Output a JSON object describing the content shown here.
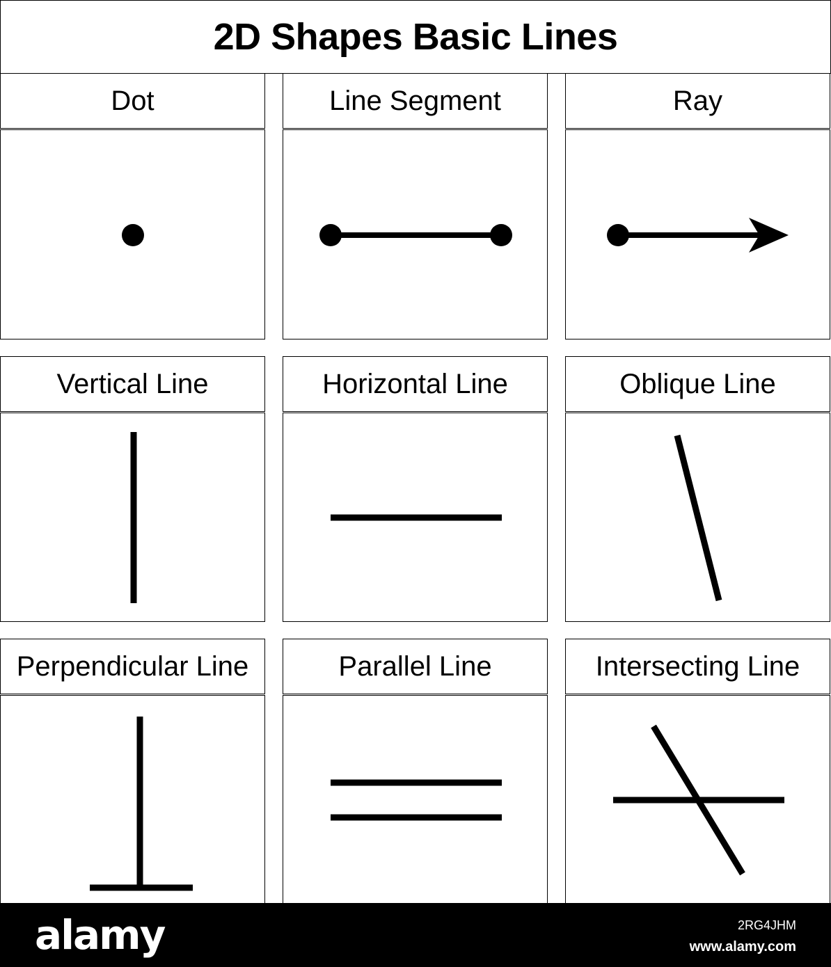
{
  "title": "2D Shapes Basic Lines",
  "cells": [
    {
      "label": "Dot",
      "shape": "dot"
    },
    {
      "label": "Line Segment",
      "shape": "line-segment"
    },
    {
      "label": "Ray",
      "shape": "ray"
    },
    {
      "label": "Vertical Line",
      "shape": "vertical-line"
    },
    {
      "label": "Horizontal Line",
      "shape": "horizontal-line"
    },
    {
      "label": "Oblique Line",
      "shape": "oblique-line"
    },
    {
      "label": "Perpendicular Line",
      "shape": "perpendicular-line"
    },
    {
      "label": "Parallel Line",
      "shape": "parallel-line"
    },
    {
      "label": "Intersecting Line",
      "shape": "intersecting-line"
    }
  ],
  "footer": {
    "brand": "alamy",
    "image_id": "2RG4JHM",
    "url": "www.alamy.com"
  },
  "colors": {
    "ink": "#000000",
    "background": "#ffffff"
  }
}
